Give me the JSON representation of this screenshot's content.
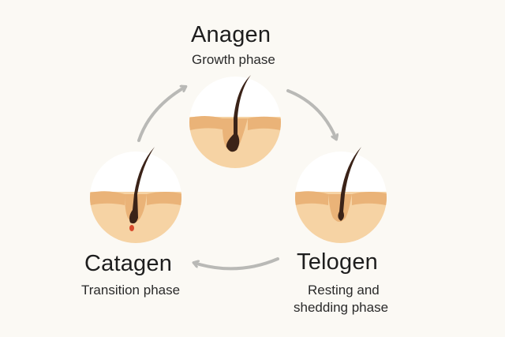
{
  "stages": [
    {
      "id": "anagen",
      "title": "Anagen",
      "subtitle": "Growth phase"
    },
    {
      "id": "telogen",
      "title": "Telogen",
      "subtitle": "Resting and shedding phase",
      "subtitle_lines": [
        "Resting and",
        "shedding phase"
      ]
    },
    {
      "id": "catagen",
      "title": "Catagen",
      "subtitle": "Transition phase"
    }
  ],
  "colors": {
    "background": "#fbf9f4",
    "skin_light": "#f6d3a4",
    "skin_band": "#eab378",
    "hair": "#3b2318",
    "arrow": "#b9b9b6",
    "papilla_red": "#d8492b"
  },
  "arrows": [
    "anagen-to-telogen",
    "telogen-to-catagen",
    "catagen-to-anagen"
  ]
}
